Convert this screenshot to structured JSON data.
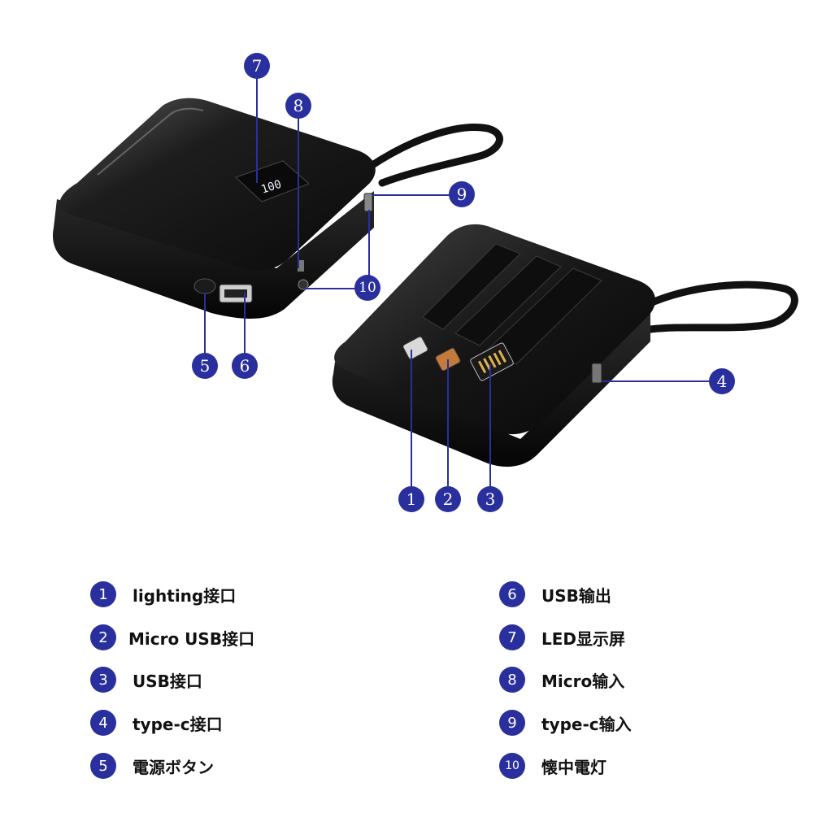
{
  "callouts": {
    "n1": "1",
    "n2": "2",
    "n3": "3",
    "n4": "4",
    "n5": "5",
    "n6": "6",
    "n7": "7",
    "n8": "8",
    "n9": "9",
    "n10": "10"
  },
  "display_readout": "100",
  "legend": [
    {
      "num": "1",
      "label": "lighting接口"
    },
    {
      "num": "2",
      "label": "Micro USB接口"
    },
    {
      "num": "3",
      "label": "USB接口"
    },
    {
      "num": "4",
      "label": "type-c接口"
    },
    {
      "num": "5",
      "label": "電源ボタン"
    },
    {
      "num": "6",
      "label": "USB输出"
    },
    {
      "num": "7",
      "label": "LED显示屏"
    },
    {
      "num": "8",
      "label": "Micro输入"
    },
    {
      "num": "9",
      "label": "type-c输入"
    },
    {
      "num": "10",
      "label": "懐中電灯"
    }
  ],
  "colors": {
    "badge": "#2a2f9e",
    "device": "#141414",
    "screen": "#eef2ff"
  }
}
